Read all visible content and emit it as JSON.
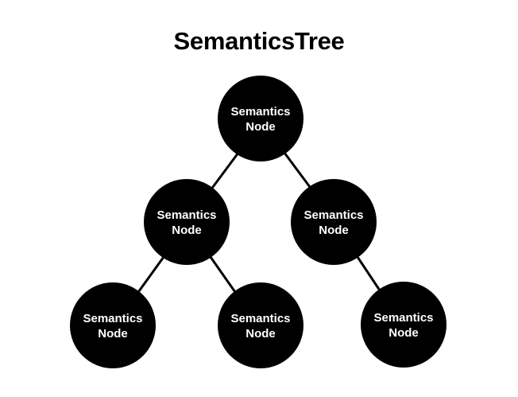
{
  "title": "SemanticsTree",
  "colors": {
    "node_fill": "#000000",
    "node_text": "#ffffff",
    "edge": "#000000",
    "background": "#ffffff"
  },
  "nodes": [
    {
      "id": "root",
      "line1": "Semantics",
      "line2": "Node"
    },
    {
      "id": "left",
      "line1": "Semantics",
      "line2": "Node"
    },
    {
      "id": "right",
      "line1": "Semantics",
      "line2": "Node"
    },
    {
      "id": "left-left",
      "line1": "Semantics",
      "line2": "Node"
    },
    {
      "id": "left-right",
      "line1": "Semantics",
      "line2": "Node"
    },
    {
      "id": "right-right",
      "line1": "Semantics",
      "line2": "Node"
    }
  ],
  "edges": [
    {
      "from": "root",
      "to": "left"
    },
    {
      "from": "root",
      "to": "right"
    },
    {
      "from": "left",
      "to": "left-left"
    },
    {
      "from": "left",
      "to": "left-right"
    },
    {
      "from": "right",
      "to": "right-right"
    }
  ]
}
